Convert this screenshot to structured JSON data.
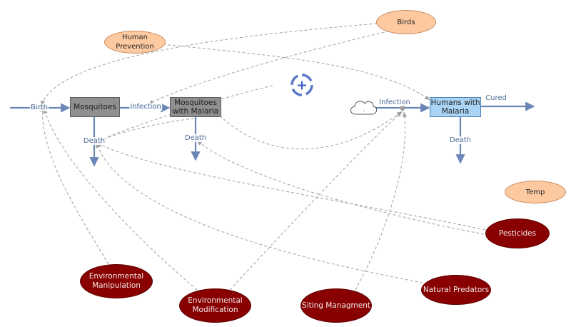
{
  "stocks": {
    "mosquitoes": "Mosquitoes",
    "mosquitoes_malaria_line1": "Mosquitoes",
    "mosquitoes_malaria_line2": "with Malaria",
    "humans_malaria_line1": "Humans with",
    "humans_malaria_line2": "Malaria"
  },
  "flows": {
    "birth": "Birth",
    "infection_mosquito": "Infection",
    "death_mosquitoes": "Death",
    "death_mosquitoes_malaria": "Death",
    "infection_human": "Infection",
    "cured": "Cured",
    "death_humans": "Death"
  },
  "variables": {
    "human_prevention": "Human Prevention",
    "birds": "Birds",
    "temp": "Temp",
    "pesticides": "Pesticides",
    "natural_predators": "Natural Predators",
    "environmental_manipulation_line1": "Environmental",
    "environmental_manipulation_line2": "Manipulation",
    "environmental_modification_line1": "Environmental",
    "environmental_modification_line2": "Modification",
    "siting_management": "Siting Managment"
  },
  "loop_indicator": "+",
  "cloud_label": ".",
  "colors": {
    "flow": "#6a86b6",
    "link": "#a8a8a8",
    "stock_grey": "#8f8f8f",
    "stock_blue": "#aad4f5",
    "variable_peach": "#fdc9a0",
    "variable_maroon": "#880000",
    "loop": "#5b78c9"
  }
}
